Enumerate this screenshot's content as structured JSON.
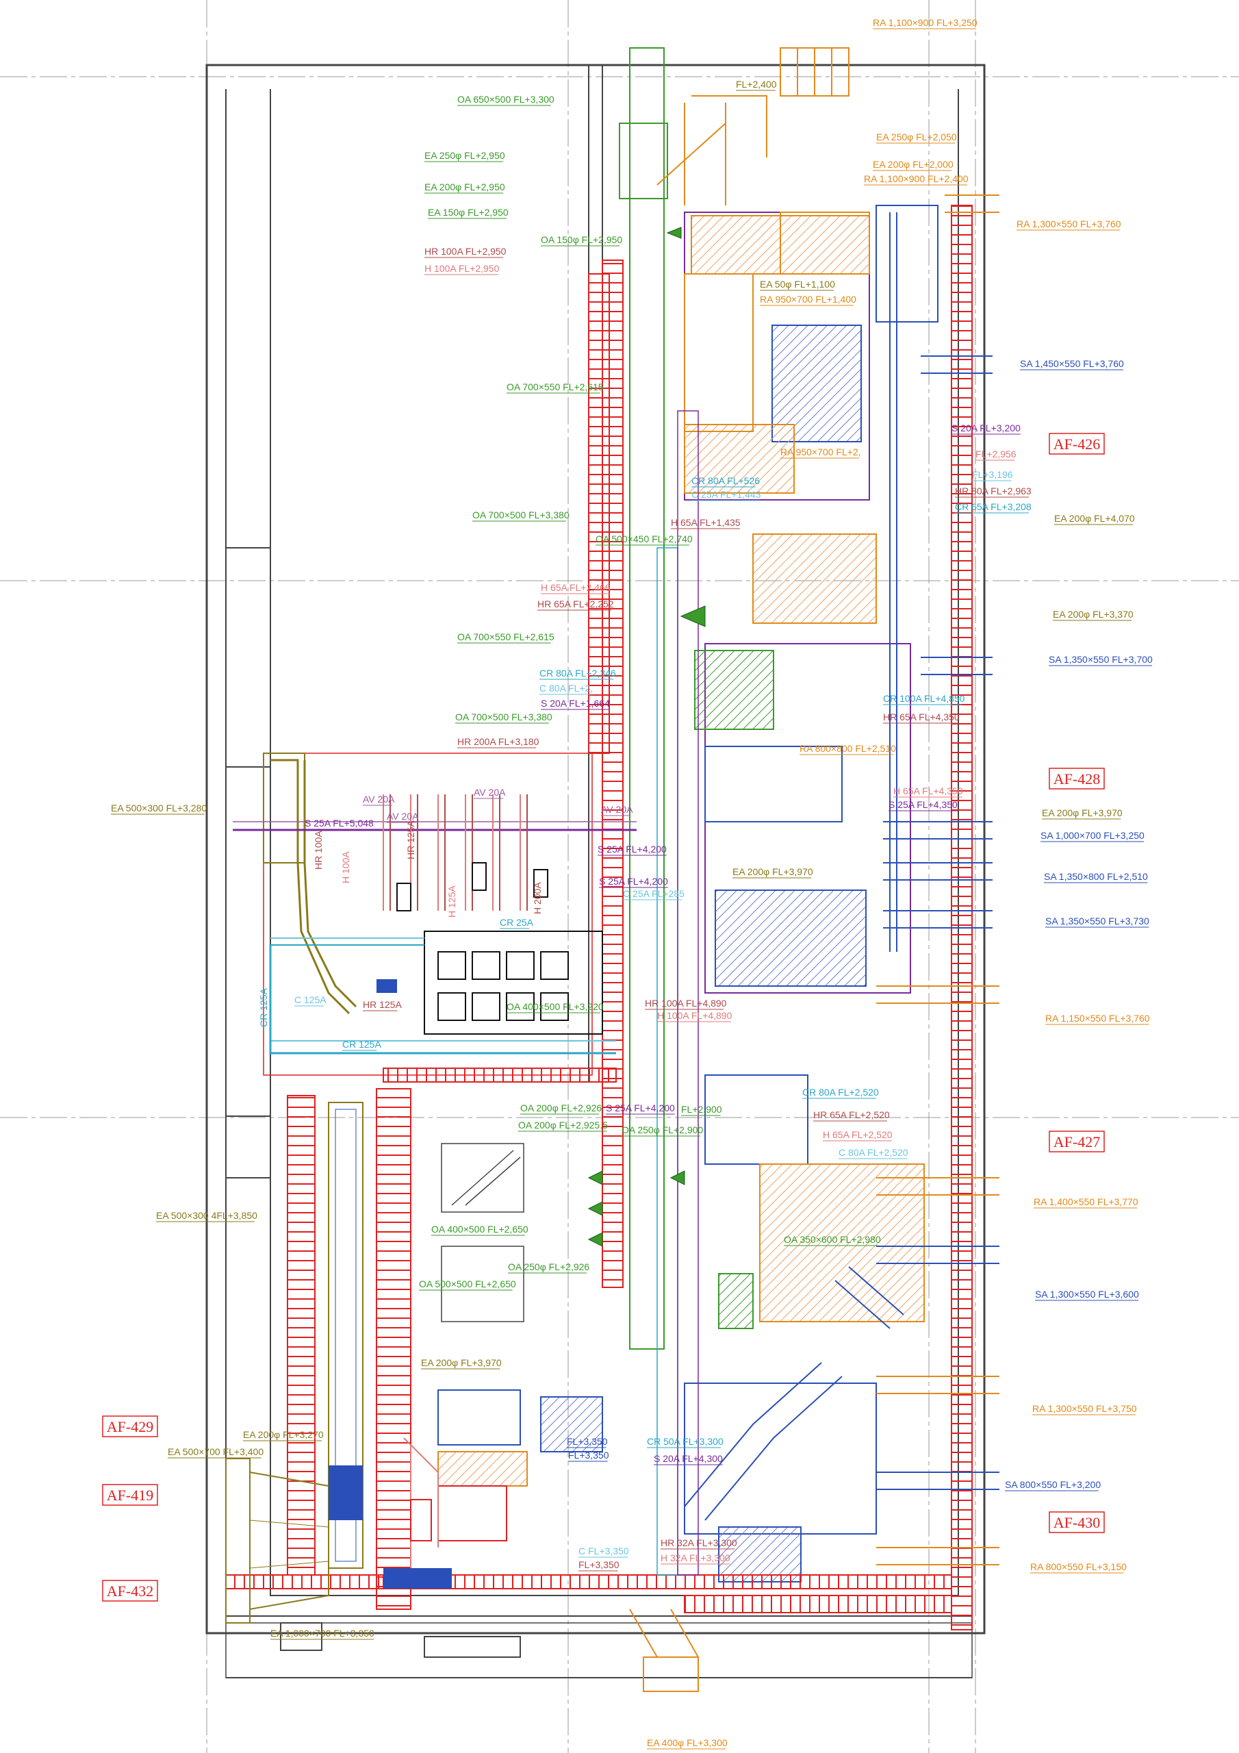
{
  "colors": {
    "OA": "#3a9a2a",
    "EA": "#8a7a1a",
    "RA": "#e08a1a",
    "SA": "#2a4fb8",
    "HR": "#b04a4a",
    "H": "#e07a7a",
    "CR": "#2aa7c8",
    "C": "#6ac6e0",
    "S": "#7a2a9a",
    "AV": "#a05aa0",
    "pipe": "#e02020",
    "tag": "#e02020",
    "wall": "#444444",
    "grid": "#9a9a9a"
  },
  "rooms": [
    {
      "id": "AF-426",
      "label": "AF-426"
    },
    {
      "id": "AF-428",
      "label": "AF-428"
    },
    {
      "id": "AF-427",
      "label": "AF-427"
    },
    {
      "id": "AF-430",
      "label": "AF-430"
    },
    {
      "id": "AF-429",
      "label": "AF-429"
    },
    {
      "id": "AF-419",
      "label": "AF-419"
    },
    {
      "id": "AF-432",
      "label": "AF-432"
    }
  ],
  "labels": [
    {
      "id": "ra-1100-900",
      "sys": "RA",
      "text": "RA 1,100×900 FL+3,250"
    },
    {
      "id": "fl-2400",
      "sys": "EA",
      "text": "FL+2,400"
    },
    {
      "id": "oa-650-500",
      "sys": "OA",
      "text": "OA 650×500 FL+3,300"
    },
    {
      "id": "ea-250-2950",
      "sys": "OA",
      "text": "EA 250φ FL+2,950"
    },
    {
      "id": "ea-250-2050",
      "sys": "RA",
      "text": "EA 250φ FL+2,050"
    },
    {
      "id": "ea-200-2000",
      "sys": "RA",
      "text": "EA 200φ FL+2,000"
    },
    {
      "id": "ra-1100-900-2400",
      "sys": "RA",
      "text": "RA 1,100×900 FL+2,400"
    },
    {
      "id": "ea-200-2950",
      "sys": "OA",
      "text": "EA 200φ FL+2,950"
    },
    {
      "id": "ea-150-2950",
      "sys": "OA",
      "text": "EA 150φ FL+2,950"
    },
    {
      "id": "ra-1300-550-3760",
      "sys": "RA",
      "text": "RA 1,300×550 FL+3,760"
    },
    {
      "id": "oa-150-2950",
      "sys": "OA",
      "text": "OA 150φ FL+2,950"
    },
    {
      "id": "hr-100a-2950",
      "sys": "HR",
      "text": "HR 100A FL+2,950"
    },
    {
      "id": "h-100a-2950",
      "sys": "H",
      "text": "H 100A FL+2,950"
    },
    {
      "id": "ea-50-1100",
      "sys": "EA",
      "text": "EA 50φ FL+1,100"
    },
    {
      "id": "ra-950-700-1400",
      "sys": "RA",
      "text": "RA 950×700 FL+1,400"
    },
    {
      "id": "sa-1450-550",
      "sys": "SA",
      "text": "SA 1,450×550 FL+3,760"
    },
    {
      "id": "oa-700-550-2615a",
      "sys": "OA",
      "text": "OA 700×550 FL+2,615"
    },
    {
      "id": "s-20a-3200",
      "sys": "S",
      "text": "S 20A FL+3,200"
    },
    {
      "id": "ra-950-700-2",
      "sys": "RA",
      "text": "RA 950×700 FL+2,"
    },
    {
      "id": "fl-2956",
      "sys": "H",
      "text": "FL+2,956"
    },
    {
      "id": "fl-3196",
      "sys": "C",
      "text": "FL+3,196"
    },
    {
      "id": "cr-80a-526",
      "sys": "CR",
      "text": "CR 80A FL+526"
    },
    {
      "id": "c-25a-443",
      "sys": "C",
      "text": "C 25A FL+1,443"
    },
    {
      "id": "hr-80a-2963",
      "sys": "HR",
      "text": "HR 80A FL+2,963"
    },
    {
      "id": "cr-65a-3208",
      "sys": "CR",
      "text": "CR 65A FL+3,208"
    },
    {
      "id": "oa-700-500-3380a",
      "sys": "OA",
      "text": "OA 700×500 FL+3,380"
    },
    {
      "id": "h-65a-1435",
      "sys": "HR",
      "text": "H 65A FL+1,435"
    },
    {
      "id": "ea-200-4070",
      "sys": "EA",
      "text": "EA 200φ FL+4,070"
    },
    {
      "id": "oa-500-450-2740",
      "sys": "OA",
      "text": "OA 500×450 FL+2,740"
    },
    {
      "id": "h-65a-2466",
      "sys": "H",
      "text": "H 65A FL+2,466"
    },
    {
      "id": "hr-65a-2252",
      "sys": "HR",
      "text": "HR 65A FL+2,252"
    },
    {
      "id": "ea-200-3370",
      "sys": "EA",
      "text": "EA 200φ FL+3,370"
    },
    {
      "id": "oa-700-550-2615b",
      "sys": "OA",
      "text": "OA 700×550 FL+2,615"
    },
    {
      "id": "sa-1350-550-3700",
      "sys": "SA",
      "text": "SA 1,350×550 FL+3,700"
    },
    {
      "id": "cr-80a-2346",
      "sys": "CR",
      "text": "CR 80A FL+2,346"
    },
    {
      "id": "c-80a-2",
      "sys": "C",
      "text": "C 80A FL+2,"
    },
    {
      "id": "s-20a-1664",
      "sys": "S",
      "text": "S 20A FL+1,664"
    },
    {
      "id": "cr-100a-4850",
      "sys": "CR",
      "text": "CR 100A FL+4,850"
    },
    {
      "id": "oa-700-500-3380b",
      "sys": "OA",
      "text": "OA 700×500 FL+3,380"
    },
    {
      "id": "hr-65a-4350",
      "sys": "HR",
      "text": "HR 65A FL+4,350"
    },
    {
      "id": "hr-200a-3180",
      "sys": "HR",
      "text": "HR 200A FL+3,180"
    },
    {
      "id": "ra-800-800-2510",
      "sys": "RA",
      "text": "RA 800×800 FL+2,510"
    },
    {
      "id": "ea-500-300-3280",
      "sys": "EA",
      "text": "EA 500×300 FL+3,280"
    },
    {
      "id": "h-65a-4350",
      "sys": "H",
      "text": "H 65A FL+4,350"
    },
    {
      "id": "s-25a-4350",
      "sys": "S",
      "text": "S 25A FL+4,350"
    },
    {
      "id": "ea-200-3970a",
      "sys": "EA",
      "text": "EA 200φ FL+3,970"
    },
    {
      "id": "s-25a-5048",
      "sys": "S",
      "text": "S 25A FL+5,048"
    },
    {
      "id": "av-20a-1",
      "sys": "AV",
      "text": "AV 20A"
    },
    {
      "id": "av-20a-2",
      "sys": "AV",
      "text": "AV 20A"
    },
    {
      "id": "av-20a-3",
      "sys": "AV",
      "text": "AV 20A"
    },
    {
      "id": "av-20a-4",
      "sys": "AV",
      "text": "AV 20A"
    },
    {
      "id": "sa-1000-700-3250",
      "sys": "SA",
      "text": "SA 1,000×700 FL+3,250"
    },
    {
      "id": "s-25a-4200a",
      "sys": "S",
      "text": "S 25A FL+4,200"
    },
    {
      "id": "ea-200-3970b",
      "sys": "EA",
      "text": "EA 200φ FL+3,970"
    },
    {
      "id": "sa-1350-800-2510",
      "sys": "SA",
      "text": "SA 1,350×800 FL+2,510"
    },
    {
      "id": "s-25a-4200b",
      "sys": "S",
      "text": "S 25A FL+4,200"
    },
    {
      "id": "c-25a-285",
      "sys": "C",
      "text": "C 25A FL+285"
    },
    {
      "id": "sa-1350-550-3730",
      "sys": "SA",
      "text": "SA 1,350×550 FL+3,730"
    },
    {
      "id": "hr-100a-v",
      "sys": "HR",
      "text": "HR 100A"
    },
    {
      "id": "h-100a-v",
      "sys": "H",
      "text": "H 100A"
    },
    {
      "id": "hr-125a-v",
      "sys": "HR",
      "text": "HR 125A"
    },
    {
      "id": "h-125a-v",
      "sys": "H",
      "text": "H 125A"
    },
    {
      "id": "h-200a-v",
      "sys": "HR",
      "text": "H 200A"
    },
    {
      "id": "cr-25a",
      "sys": "CR",
      "text": "CR 25A"
    },
    {
      "id": "cr-125a-v",
      "sys": "CR",
      "text": "CR 125A"
    },
    {
      "id": "c-125a",
      "sys": "C",
      "text": "C 125A"
    },
    {
      "id": "hr-125a",
      "sys": "HR",
      "text": "HR 125A"
    },
    {
      "id": "cr-125a",
      "sys": "CR",
      "text": "CR 125A"
    },
    {
      "id": "ra-1150-550-3760",
      "sys": "RA",
      "text": "RA 1,150×550 FL+3,760"
    },
    {
      "id": "oa-400-500-3220",
      "sys": "OA",
      "text": "OA 400×500 FL+3,220"
    },
    {
      "id": "hr-100a-4890",
      "sys": "HR",
      "text": "HR 100A FL+4,890"
    },
    {
      "id": "h-100a-4890",
      "sys": "H",
      "text": "H 100A FL+4,890"
    },
    {
      "id": "oa-200-2926a",
      "sys": "OA",
      "text": "OA 200φ FL+2,926"
    },
    {
      "id": "s-25a-4200c",
      "sys": "S",
      "text": "S 25A FL+4,200"
    },
    {
      "id": "fl-2900a",
      "sys": "OA",
      "text": "FL+2,900"
    },
    {
      "id": "cr-80a-2520",
      "sys": "CR",
      "text": "CR 80A FL+2,520"
    },
    {
      "id": "hr-65a-2520",
      "sys": "HR",
      "text": "HR 65A FL+2,520"
    },
    {
      "id": "oa-200-2925",
      "sys": "OA",
      "text": "OA 200φ FL+2,925.5"
    },
    {
      "id": "oa-250-2900",
      "sys": "OA",
      "text": "OA 250φ FL+2,900"
    },
    {
      "id": "h-65a-2520",
      "sys": "H",
      "text": "H 65A FL+2,520"
    },
    {
      "id": "c-80a-2520",
      "sys": "C",
      "text": "C 80A FL+2,520"
    },
    {
      "id": "ra-1400-550-3770",
      "sys": "RA",
      "text": "RA 1,400×550 FL+3,770"
    },
    {
      "id": "ea-500-300-3850",
      "sys": "EA",
      "text": "EA 500×300 4FL+3,850"
    },
    {
      "id": "oa-400-500-2650",
      "sys": "OA",
      "text": "OA 400×500 FL+2,650"
    },
    {
      "id": "oa-350-600-2980",
      "sys": "OA",
      "text": "OA 350×600 FL+2,980"
    },
    {
      "id": "oa-250-2926",
      "sys": "OA",
      "text": "OA 250φ FL+2,926"
    },
    {
      "id": "oa-500-500-2650",
      "sys": "OA",
      "text": "OA 500×500 FL+2,650"
    },
    {
      "id": "sa-1300-550-3600",
      "sys": "SA",
      "text": "SA 1,300×550 FL+3,600"
    },
    {
      "id": "ea-200-3970c",
      "sys": "EA",
      "text": "EA 200φ FL+3,970"
    },
    {
      "id": "ra-1300-550-3750",
      "sys": "RA",
      "text": "RA 1,300×550 FL+3,750"
    },
    {
      "id": "ea-200-3270",
      "sys": "EA",
      "text": "EA 200φ FL+3,270"
    },
    {
      "id": "fl-3350a",
      "sys": "SA",
      "text": "FL+3,350"
    },
    {
      "id": "cr-50a-3300",
      "sys": "CR",
      "text": "CR 50A FL+3,300"
    },
    {
      "id": "ea-500-700-3400",
      "sys": "EA",
      "text": "EA 500×700 FL+3,400"
    },
    {
      "id": "s-20a-4300",
      "sys": "S",
      "text": "S 20A FL+4,300"
    },
    {
      "id": "fl-3350b",
      "sys": "SA",
      "text": "FL+3,350"
    },
    {
      "id": "sa-800-550-3200",
      "sys": "SA",
      "text": "SA 800×550 FL+3,200"
    },
    {
      "id": "hr-32a-3300",
      "sys": "HR",
      "text": "HR 32A FL+3,300"
    },
    {
      "id": "h-32a-3300",
      "sys": "H",
      "text": "H 32A FL+3,300"
    },
    {
      "id": "c-3350",
      "sys": "C",
      "text": "C FL+3,350"
    },
    {
      "id": "fl-3350c",
      "sys": "HR",
      "text": "FL+3,350"
    },
    {
      "id": "ra-800-550-3150",
      "sys": "RA",
      "text": "RA 800×550 FL+3,150"
    },
    {
      "id": "ea-1000-700-3350",
      "sys": "EA",
      "text": "EA 1,000×700 FL+3,350"
    },
    {
      "id": "ea-400-3300",
      "sys": "RA",
      "text": "EA 400φ FL+3,300"
    }
  ]
}
